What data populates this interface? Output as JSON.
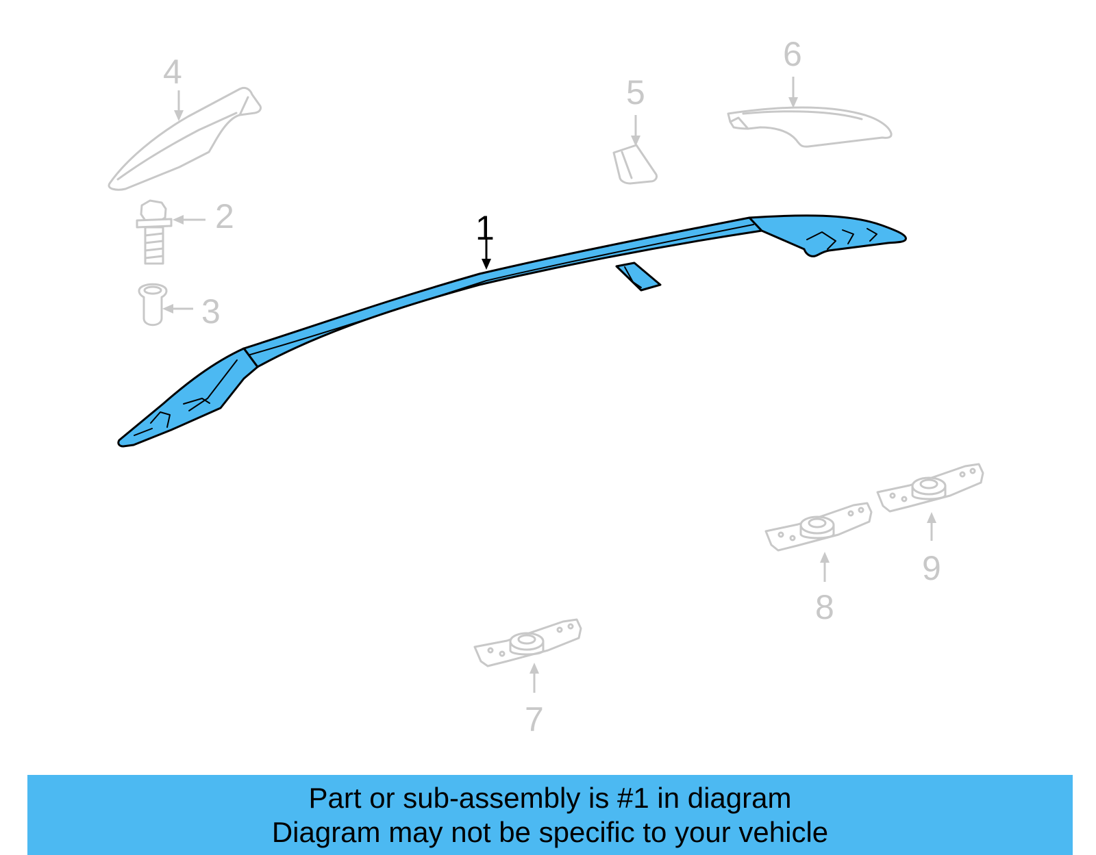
{
  "colors": {
    "highlight": "#4cb9f2",
    "ghost": "#c8c8c8",
    "outline": "#000000",
    "banner": "#4cb9f2"
  },
  "callouts": {
    "c1": "1",
    "c2": "2",
    "c3": "3",
    "c4": "4",
    "c5": "5",
    "c6": "6",
    "c7": "7",
    "c8": "8",
    "c9": "9"
  },
  "highlighted_part": "1",
  "banner": {
    "line1": "Part or sub-assembly is #1 in diagram",
    "line2": "Diagram may not be specific to your vehicle"
  }
}
